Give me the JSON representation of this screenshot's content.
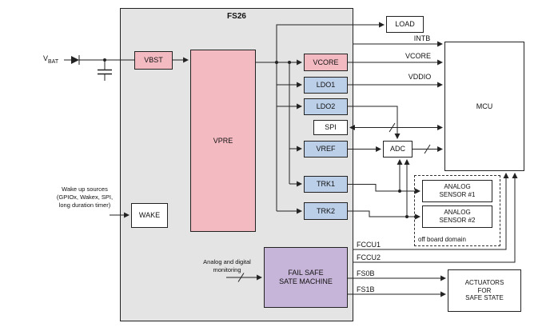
{
  "colors": {
    "pink": "#f4bac2",
    "blue": "#bccfe9",
    "purple": "#c6b5d8",
    "chip_bg": "#e4e4e4"
  },
  "chip": {
    "title": "FS26"
  },
  "blocks": {
    "vbst": {
      "label": "VBST"
    },
    "vpre": {
      "label": "VPRE"
    },
    "vcore": {
      "label": "VCORE"
    },
    "ldo1": {
      "label": "LDO1"
    },
    "ldo2": {
      "label": "LDO2"
    },
    "spi": {
      "label": "SPI"
    },
    "vref": {
      "label": "VREF"
    },
    "trk1": {
      "label": "TRK1"
    },
    "trk2": {
      "label": "TRK2"
    },
    "wake": {
      "label": "WAKE"
    },
    "fail_safe": {
      "line1": "FAIL SAFE",
      "line2": "SATE MACHINE"
    },
    "load": {
      "label": "LOAD"
    },
    "mcu": {
      "label": "MCU"
    },
    "adc": {
      "label": "ADC"
    },
    "sensor1": {
      "line1": "ANALOG",
      "line2": "SENSOR #1"
    },
    "sensor2": {
      "line1": "ANALOG",
      "line2": "SENSOR #2"
    },
    "actuators": {
      "line1": "ACTUATORS",
      "line2": "FOR",
      "line3": "SAFE STATE"
    },
    "off_board": {
      "label": "off board domain"
    }
  },
  "signals": {
    "intb": "INTB",
    "vcore": "VCORE",
    "vddio": "VDDIO",
    "fccu1": "FCCU1",
    "fccu2": "FCCU2",
    "fs0b": "FS0B",
    "fs1b": "FS1B"
  },
  "annotations": {
    "vbat_main": "V",
    "vbat_sub": "BAT",
    "wake_sources_1": "Wake up sources",
    "wake_sources_2": "(GPIOx, Wakex, SPI,",
    "wake_sources_3": "long duration timer)",
    "monitoring_1": "Analog and digital",
    "monitoring_2": "monitoring"
  }
}
